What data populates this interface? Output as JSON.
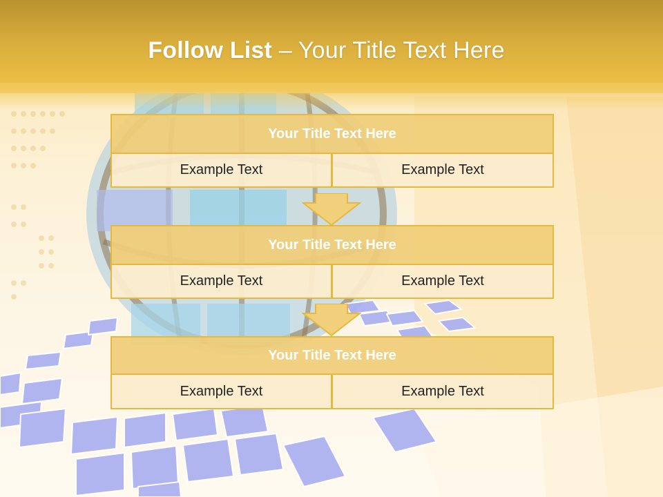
{
  "slide": {
    "title_bold": "Follow List",
    "title_rest": " – Your Title Text Here"
  },
  "blocks": [
    {
      "title": "Your Title Text Here",
      "left_text": "Example Text",
      "right_text": "Example Text"
    },
    {
      "title": "Your Title Text Here",
      "left_text": "Example Text",
      "right_text": "Example Text"
    },
    {
      "title": "Your Title Text Here",
      "left_text": "Example Text",
      "right_text": "Example Text"
    }
  ],
  "colors": {
    "header_gold": "#d9ad3c",
    "block_border": "#e6b93c",
    "block_head_fill": "#f0cd78",
    "cell_fill": "#fcecd0",
    "arrow_fill": "#f2cf7a",
    "title_text": "#ffffff",
    "cell_text": "#222222"
  },
  "icons": [
    "down-arrow-icon",
    "globe-illustration",
    "floor-tiles-illustration"
  ]
}
